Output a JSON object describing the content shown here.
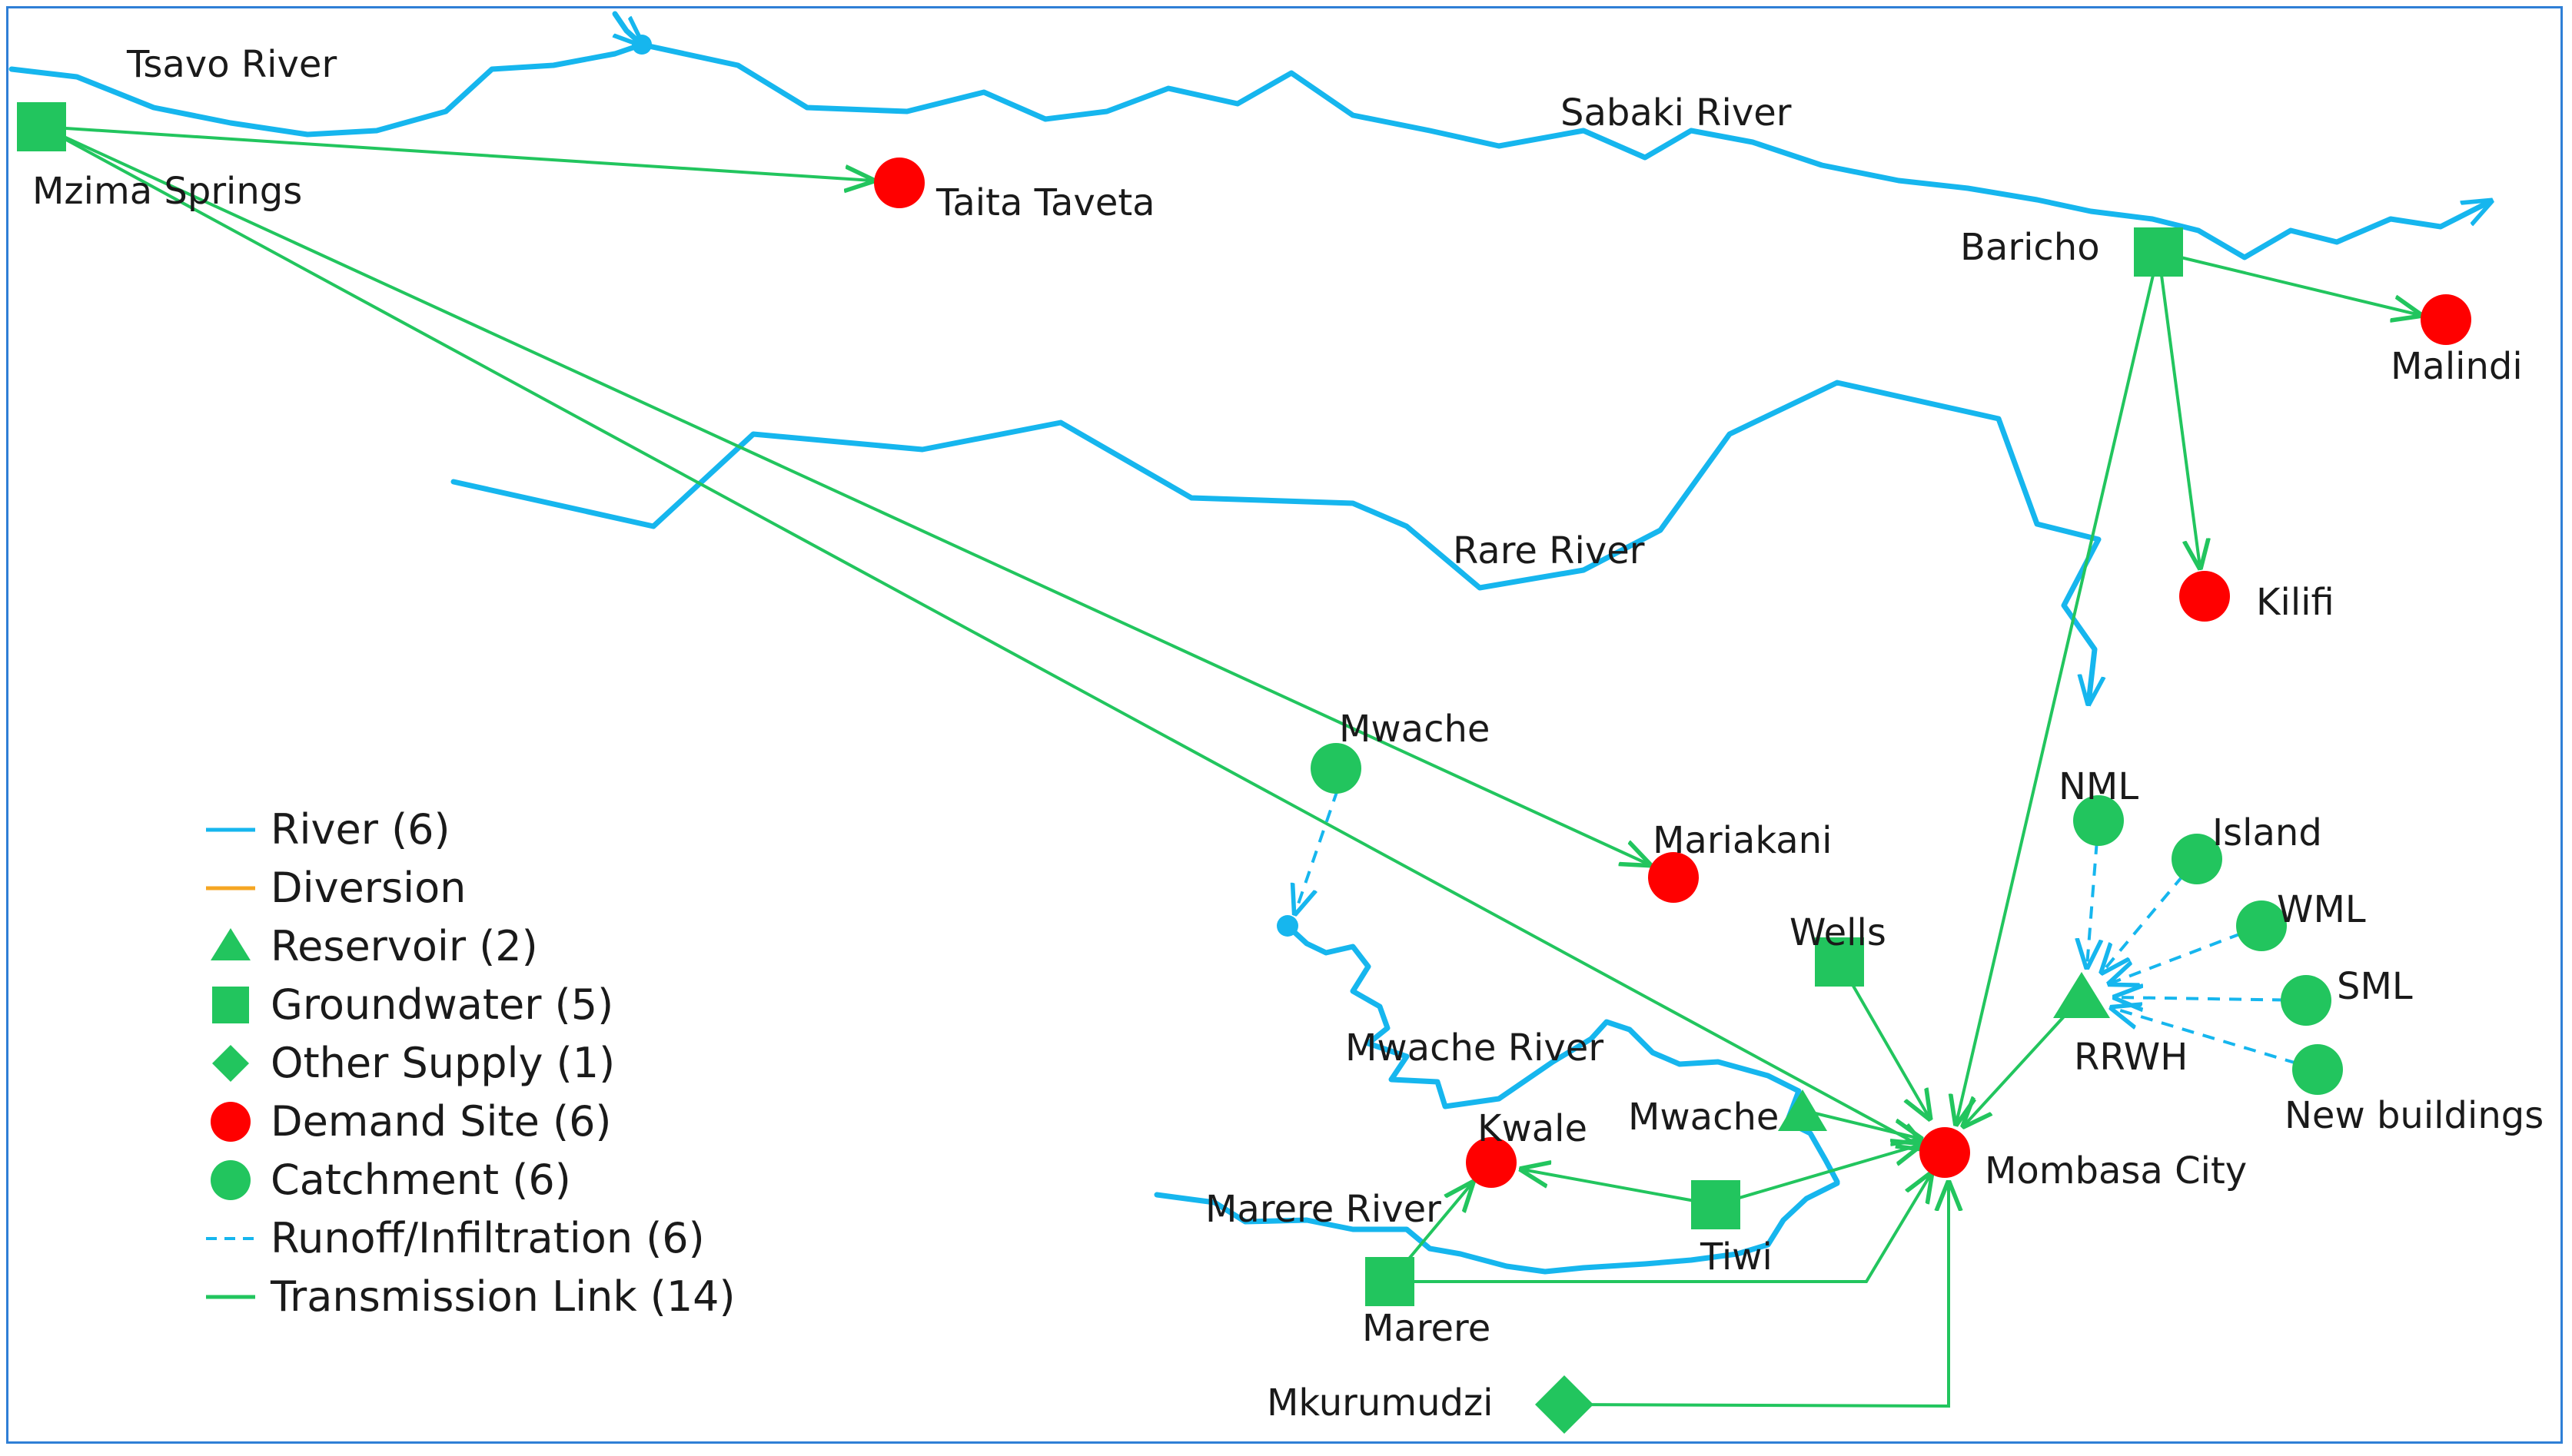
{
  "colors": {
    "frame": "#2f7fd6",
    "river": "#16b6ee",
    "diversion": "#f5a623",
    "supply": "#22c55e",
    "demand": "#ff0000",
    "text": "#1a1a1a"
  },
  "rivers": {
    "tsavo": "Tsavo River",
    "sabaki": "Sabaki River",
    "rare": "Rare River",
    "mwache": "Mwache River",
    "marere": "Marere River"
  },
  "nodes": {
    "mzima_springs": "Mzima Springs",
    "taita_taveta": "Taita Taveta",
    "baricho": "Baricho",
    "malindi": "Malindi",
    "kilifi": "Kilifi",
    "mwache_catchment": "Mwache",
    "mariakani": "Mariakani",
    "nml": "NML",
    "island": "Island",
    "wml": "WML",
    "sml": "SML",
    "new_buildings": "New buildings",
    "rrwh": "RRWH",
    "wells": "Wells",
    "mwache_reservoir": "Mwache",
    "kwale": "Kwale",
    "mombasa_city": "Mombasa City",
    "tiwi": "Tiwi",
    "marere": "Marere",
    "mkurumudzi": "Mkurumudzi"
  },
  "legend": [
    {
      "label": "River (6)",
      "symbol": "line-river"
    },
    {
      "label": "Diversion",
      "symbol": "line-diversion"
    },
    {
      "label": "Reservoir (2)",
      "symbol": "triangle-icon"
    },
    {
      "label": "Groundwater (5)",
      "symbol": "square-icon"
    },
    {
      "label": "Other Supply (1)",
      "symbol": "diamond-icon"
    },
    {
      "label": "Demand Site (6)",
      "symbol": "red-circle-icon"
    },
    {
      "label": "Catchment (6)",
      "symbol": "green-circle-icon"
    },
    {
      "label": "Runoff/Infiltration (6)",
      "symbol": "dashed-line"
    },
    {
      "label": "Transmission Link (14)",
      "symbol": "line-link"
    }
  ]
}
